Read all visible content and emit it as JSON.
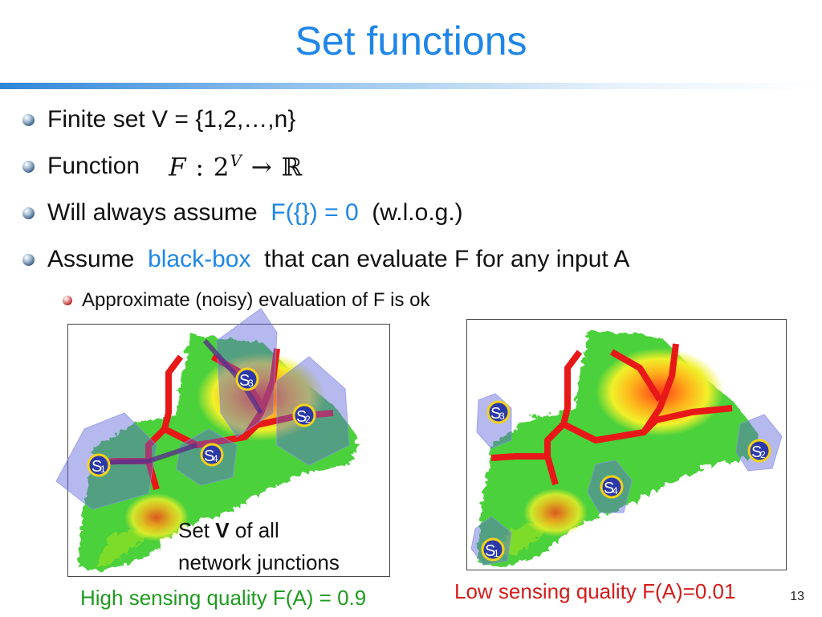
{
  "title": "Set functions",
  "bullets": {
    "b1": "Finite set V = {1,2,…,n}",
    "b2_label": "Function",
    "b2_math_F": "F",
    "b2_math_colon": " : 2",
    "b2_math_sup": "V",
    "b2_math_arrow": " → ",
    "b2_math_R": "ℝ",
    "b3_pre": "Will always assume ",
    "b3_hl": "F({}) = 0",
    "b3_post": " (w.l.o.g.)",
    "b4_pre": "Assume ",
    "b4_hl": "black-box",
    "b4_post": " that can evaluate F for any input A",
    "sub1": "Approximate (noisy) evaluation of F is ok"
  },
  "map_left": {
    "note_line1_pre": "Set ",
    "note_line1_bold": "V",
    "note_line1_post": " of all",
    "note_line2": "network junctions",
    "sensors": [
      {
        "label": "S",
        "sub": "1"
      },
      {
        "label": "S",
        "sub": "2"
      },
      {
        "label": "S",
        "sub": "3"
      },
      {
        "label": "S",
        "sub": "4"
      }
    ],
    "caption": "High sensing quality F(A) = 0.9"
  },
  "map_right": {
    "sensors": [
      {
        "label": "S",
        "sub": "1"
      },
      {
        "label": "S",
        "sub": "2"
      },
      {
        "label": "S",
        "sub": "3"
      },
      {
        "label": "S",
        "sub": "4"
      }
    ],
    "caption": "Low sensing quality F(A)=0.01"
  },
  "slide_number": "13",
  "colors": {
    "title": "#1f86e8",
    "highlight": "#1f86e8",
    "caption_high": "#1f9a1f",
    "caption_low": "#d61b1b",
    "network_green": "#4cd13a",
    "pipe_red": "#e81818",
    "sensor_blue": "#2b3aa8",
    "sensor_ring": "#f4d21a"
  }
}
